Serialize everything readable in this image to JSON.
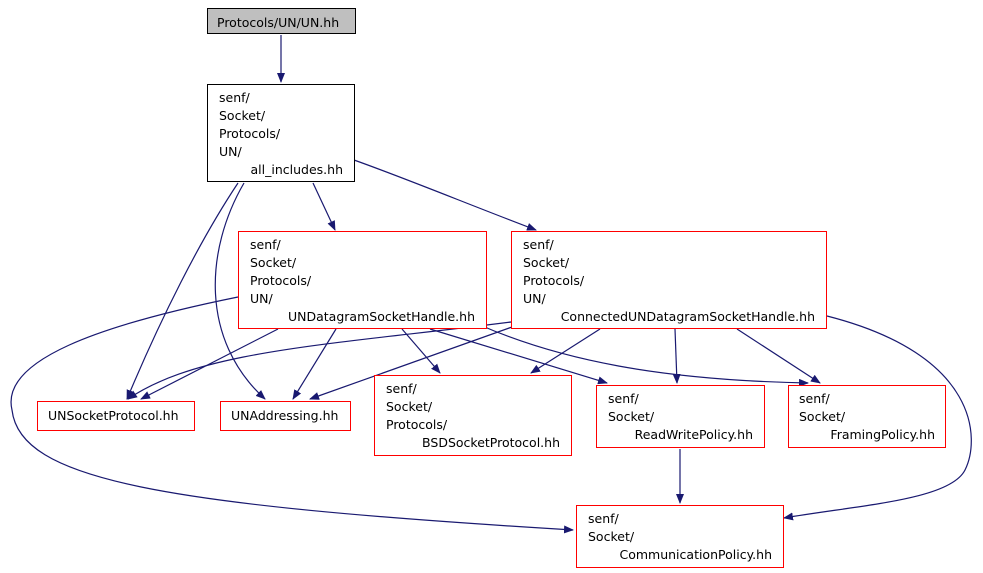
{
  "diagram": {
    "colors": {
      "edge": "#191970",
      "node_border": "#ff0000",
      "root_fill": "#bfbfbf"
    },
    "nodes": [
      {
        "id": "un",
        "lines": [
          "Protocols/UN/UN.hh"
        ]
      },
      {
        "id": "all_includes",
        "lines": [
          "senf/",
          "Socket/",
          "Protocols/",
          "UN/",
          "all_includes.hh"
        ]
      },
      {
        "id": "undgram",
        "lines": [
          "senf/",
          "Socket/",
          "Protocols/",
          "UN/",
          "UNDatagramSocketHandle.hh"
        ]
      },
      {
        "id": "conn",
        "lines": [
          "senf/",
          "Socket/",
          "Protocols/",
          "UN/",
          "ConnectedUNDatagramSocketHandle.hh"
        ]
      },
      {
        "id": "unsock",
        "lines": [
          "UNSocketProtocol.hh"
        ]
      },
      {
        "id": "unaddr",
        "lines": [
          "UNAddressing.hh"
        ]
      },
      {
        "id": "bsd",
        "lines": [
          "senf/",
          "Socket/",
          "Protocols/",
          "BSDSocketProtocol.hh"
        ]
      },
      {
        "id": "rw",
        "lines": [
          "senf/",
          "Socket/",
          "ReadWritePolicy.hh"
        ]
      },
      {
        "id": "framing",
        "lines": [
          "senf/",
          "Socket/",
          "FramingPolicy.hh"
        ]
      },
      {
        "id": "comm",
        "lines": [
          "senf/",
          "Socket/",
          "CommunicationPolicy.hh"
        ]
      }
    ],
    "edges": [
      [
        "un",
        "all_includes"
      ],
      [
        "all_includes",
        "undgram"
      ],
      [
        "all_includes",
        "conn"
      ],
      [
        "all_includes",
        "unsock"
      ],
      [
        "all_includes",
        "unaddr"
      ],
      [
        "undgram",
        "unsock"
      ],
      [
        "undgram",
        "unaddr"
      ],
      [
        "undgram",
        "bsd"
      ],
      [
        "undgram",
        "rw"
      ],
      [
        "undgram",
        "framing"
      ],
      [
        "undgram",
        "comm"
      ],
      [
        "conn",
        "unsock"
      ],
      [
        "conn",
        "unaddr"
      ],
      [
        "conn",
        "bsd"
      ],
      [
        "conn",
        "rw"
      ],
      [
        "conn",
        "framing"
      ],
      [
        "conn",
        "comm"
      ],
      [
        "rw",
        "comm"
      ]
    ]
  }
}
